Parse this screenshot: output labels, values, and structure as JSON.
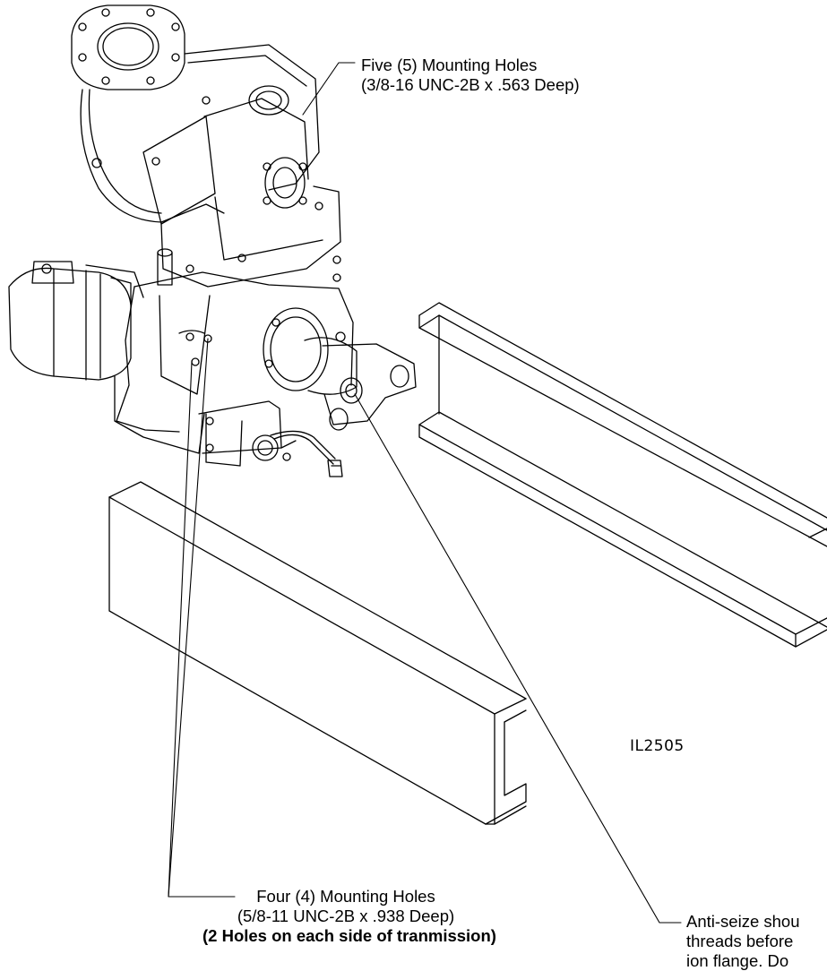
{
  "callouts": {
    "top": {
      "line1": "Five (5) Mounting Holes",
      "line2": "(3/8-16 UNC-2B x .563 Deep)"
    },
    "bottom": {
      "line1": "Four (4) Mounting Holes",
      "line2": "(5/8-11 UNC-2B x .938 Deep)",
      "line3": "(2 Holes on each side of tranmission)"
    },
    "right": {
      "line1": "Anti-seize shou",
      "line2": "threads before",
      "line3": "ion flange. Do"
    }
  },
  "figure_id": "IL2505",
  "colors": {
    "stroke": "#000000",
    "background": "#ffffff"
  }
}
